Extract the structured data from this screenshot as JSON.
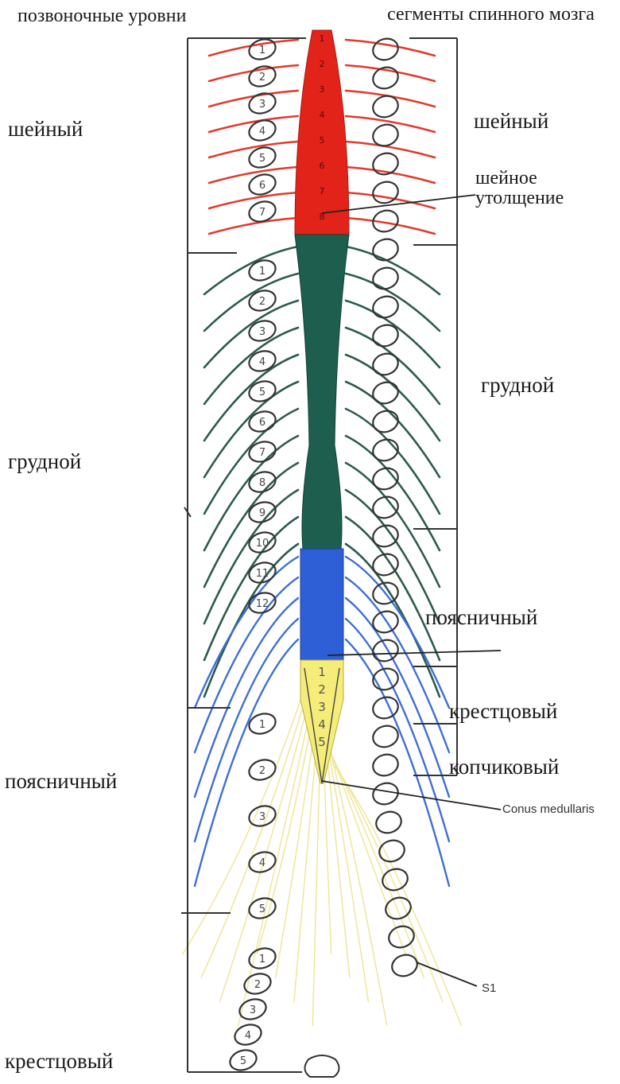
{
  "headers": {
    "vertebral_levels": "позвоночные уровни",
    "cord_segments": "сегменты спинного мозга"
  },
  "vertebral_regions": {
    "cervical": "шейный",
    "thoracic": "грудной",
    "lumbar": "поясничный",
    "sacral": "крестцовый"
  },
  "segment_regions": {
    "cervical": "шейный",
    "cervical_enlargement": "шейное утолщение",
    "thoracic": "грудной",
    "lumbar": "поясничный",
    "sacral": "крестцовый",
    "coccygeal": "копчиковый"
  },
  "annotations": {
    "conus": "Conus medullaris",
    "s1": "S1"
  },
  "vertebra_numbers": {
    "cervical": [
      "1",
      "2",
      "3",
      "4",
      "5",
      "6",
      "7"
    ],
    "thoracic": [
      "1",
      "2",
      "3",
      "4",
      "5",
      "6",
      "7",
      "8",
      "9",
      "10",
      "11",
      "12"
    ],
    "lumbar": [
      "1",
      "2",
      "3",
      "4",
      "5"
    ],
    "sacral": [
      "1",
      "2",
      "3",
      "4",
      "5"
    ]
  },
  "cord_segment_numbers": {
    "cervical": [
      "1",
      "2",
      "3",
      "4",
      "5",
      "6",
      "7",
      "8"
    ],
    "sacral": [
      "1",
      "2",
      "3",
      "4",
      "5"
    ]
  },
  "colors": {
    "cervical": "#e2231a",
    "thoracic": "#1d5e4e",
    "lumbar": "#2e5fd6",
    "sacral": "#f6ec7a",
    "root_cervical": "#e03a2c",
    "root_thoracic": "#2c5b4c",
    "root_lumbar": "#3d6fd8",
    "root_sacral": "#efe69a",
    "bracket": "#333333",
    "vertebra": "#333333"
  }
}
